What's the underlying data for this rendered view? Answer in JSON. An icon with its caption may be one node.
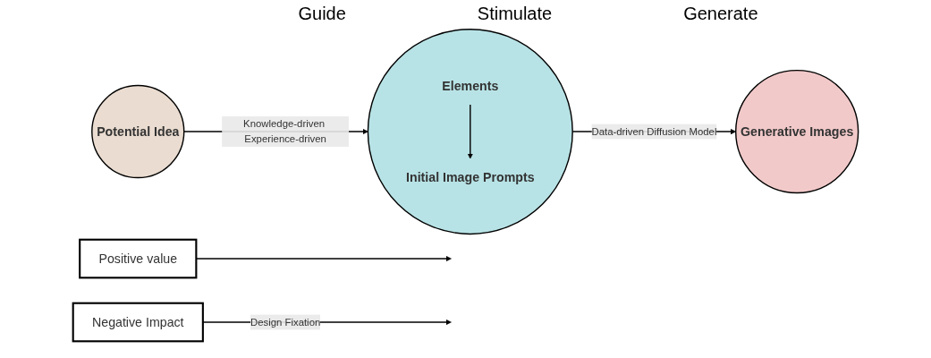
{
  "diagram": {
    "nodes": [
      {
        "text": [
          "Positive value"
        ]
      },
      {
        "text": [
          "Potential Idea"
        ]
      },
      {
        "text": [],
        "shape": "circle"
      },
      {
        "text": [
          "Elements"
        ],
        "in": 2
      },
      {
        "text": [
          "Initial Image Prompts"
        ],
        "in": 2
      },
      {
        "text": [
          "Generative Images"
        ]
      },
      {
        "text": [
          "Negative Impact"
        ]
      }
    ],
    "edges": [
      {
        "from": 0,
        "to": null,
        "arrow": "to"
      },
      {
        "from": 1,
        "to": 2,
        "arrow": "to",
        "label": "Knowledge-driven Experience-driven"
      },
      {
        "from": 3,
        "to": 4,
        "arrow": "to"
      },
      {
        "from": 2,
        "to": 5,
        "arrow": "to",
        "label": "Data-driven Diffusion Model"
      },
      {
        "from": 6,
        "to": null,
        "arrow": "to",
        "label": "Design Fixation"
      }
    ],
    "labels": [
      "Guide",
      "Stimulate",
      "Generate"
    ]
  }
}
